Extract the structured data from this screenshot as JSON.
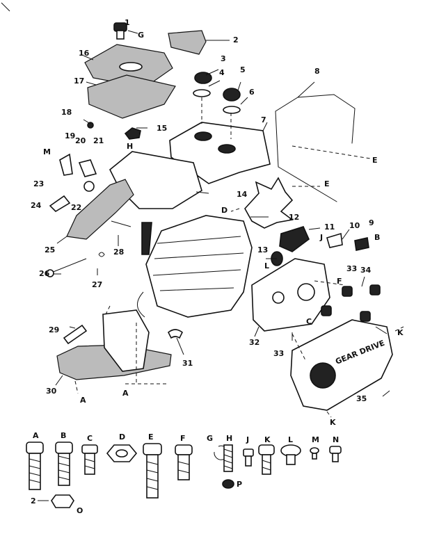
{
  "labels": {
    "n1": "1",
    "n2": "2",
    "n3": "3",
    "n4": "4",
    "n5": "5",
    "n6": "6",
    "n7": "7",
    "n8": "8",
    "n9": "9",
    "n10": "10",
    "n11": "11",
    "n12": "12",
    "n13": "13",
    "n14": "14",
    "n15": "15",
    "n16": "16",
    "n17": "17",
    "n18": "18",
    "n19": "19",
    "n20": "20",
    "n21": "21",
    "n22": "22",
    "n23": "23",
    "n24": "24",
    "n25": "25",
    "n26": "26",
    "n27": "27",
    "n28": "28",
    "n29": "29",
    "n30": "30",
    "n31": "31",
    "n32": "32",
    "n33a": "33",
    "n33b": "33",
    "n34": "34",
    "n35": "35",
    "G1": "G",
    "H1": "H",
    "M1": "M",
    "E1": "E",
    "E2": "E",
    "D1": "D",
    "J1": "J",
    "B1": "B",
    "L1": "L",
    "F1": "F",
    "C1": "C",
    "K1": "K",
    "K2": "K",
    "A1": "A",
    "A2": "A"
  },
  "cover_text": "GEAR DRIVE",
  "hardware": {
    "A": "A",
    "B": "B",
    "C": "C",
    "D": "D",
    "E": "E",
    "F": "F",
    "G": "G",
    "H": "H",
    "J": "J",
    "K": "K",
    "L": "L",
    "M": "M",
    "N": "N",
    "two": "2",
    "O": "O",
    "P": "P"
  }
}
